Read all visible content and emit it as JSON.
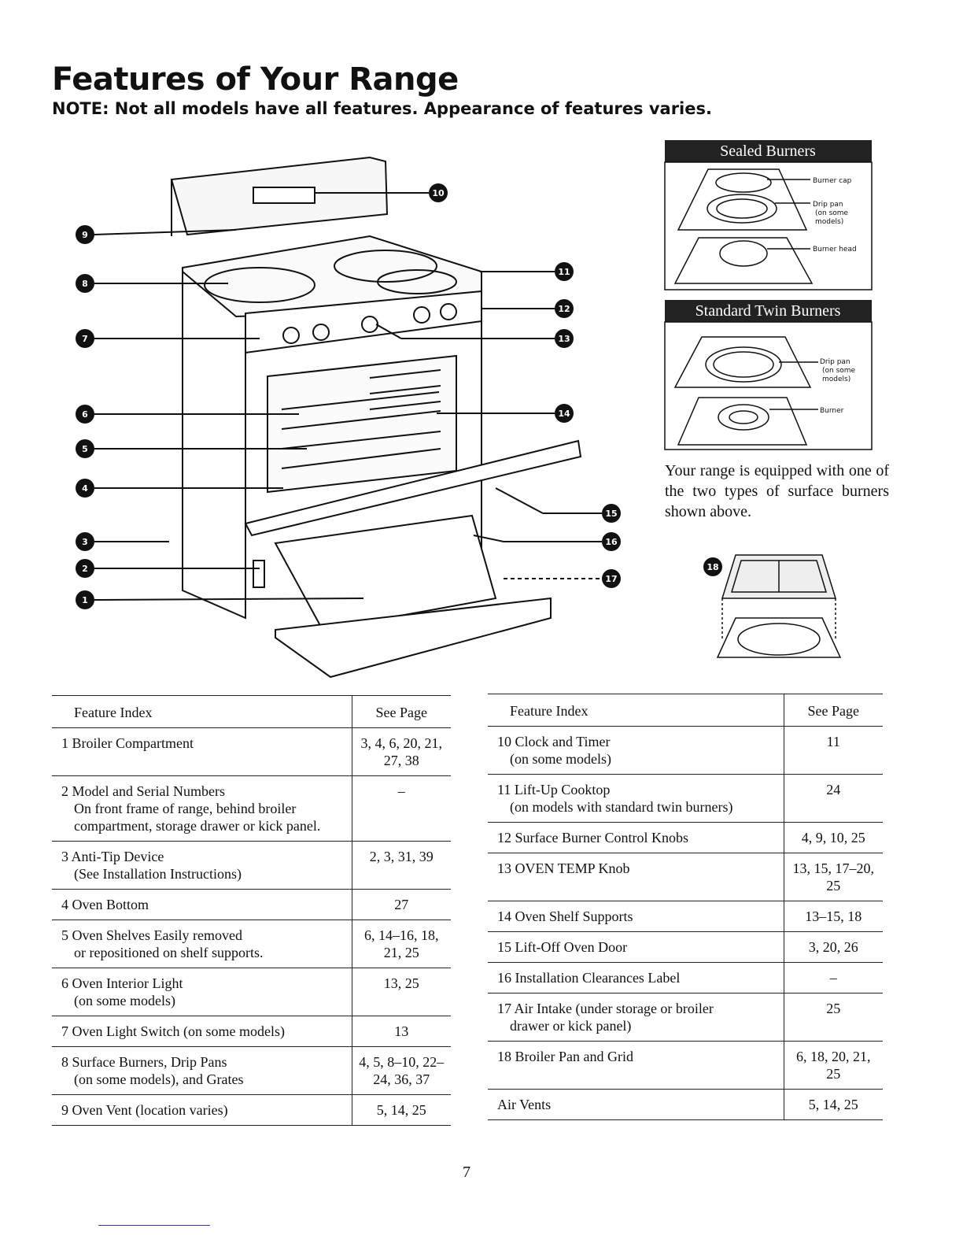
{
  "title": "Features of Your Range",
  "note": "NOTE: Not all models have all features. Appearance of features varies.",
  "sealed_burners": {
    "banner": "Sealed Burners",
    "labels": [
      "Burner cap",
      "Drip pan",
      "(on some",
      "models)",
      "Burner head"
    ]
  },
  "twin_burners": {
    "banner": "Standard Twin Burners",
    "labels": [
      "Drip pan",
      "(on some",
      "models)",
      "Burner"
    ]
  },
  "caption": "Your range is equipped with one of the two types of surface burners shown above.",
  "callouts": [
    "1",
    "2",
    "3",
    "4",
    "5",
    "6",
    "7",
    "8",
    "9",
    "10",
    "11",
    "12",
    "13",
    "14",
    "15",
    "16",
    "17",
    "18"
  ],
  "left_table": {
    "header": {
      "feature": "Feature Index",
      "page": "See Page"
    },
    "rows": [
      {
        "main": "1 Broiler Compartment",
        "sub": "",
        "pages": "3, 4, 6, 20, 21, 27, 38"
      },
      {
        "main": "2 Model and Serial Numbers",
        "sub": "On front frame of range, behind broiler compartment, storage drawer or kick panel.",
        "pages": "–"
      },
      {
        "main": "3 Anti-Tip Device",
        "sub": "(See Installation Instructions)",
        "pages": "2, 3, 31, 39"
      },
      {
        "main": "4 Oven Bottom",
        "sub": "",
        "pages": "27"
      },
      {
        "main": "5 Oven Shelves Easily removed",
        "sub": "or repositioned on shelf supports.",
        "pages": "6, 14–16, 18, 21, 25"
      },
      {
        "main": "6 Oven Interior Light",
        "sub": "(on some models)",
        "pages": "13, 25"
      },
      {
        "main": "7 Oven Light Switch (on some models)",
        "sub": "",
        "pages": "13"
      },
      {
        "main": "8 Surface Burners, Drip Pans",
        "sub": "(on some models), and Grates",
        "pages": "4, 5, 8–10, 22–24, 36, 37"
      },
      {
        "main": "9 Oven Vent (location varies)",
        "sub": "",
        "pages": "5, 14, 25"
      }
    ]
  },
  "right_table": {
    "header": {
      "feature": "Feature Index",
      "page": "See Page"
    },
    "rows": [
      {
        "main": "10 Clock and Timer",
        "sub": "(on some models)",
        "pages": "11"
      },
      {
        "main": "11 Lift-Up Cooktop",
        "sub": "(on models with standard twin burners)",
        "pages": "24"
      },
      {
        "main": "12 Surface Burner Control Knobs",
        "sub": "",
        "pages": "4, 9, 10, 25"
      },
      {
        "main": "13 OVEN TEMP Knob",
        "sub": "",
        "pages": "13, 15, 17–20, 25"
      },
      {
        "main": "14 Oven Shelf Supports",
        "sub": "",
        "pages": "13–15, 18"
      },
      {
        "main": "15 Lift-Off Oven Door",
        "sub": "",
        "pages": "3, 20, 26"
      },
      {
        "main": "16 Installation Clearances Label",
        "sub": "",
        "pages": "–"
      },
      {
        "main": "17 Air Intake (under storage or broiler",
        "sub": "drawer or kick panel)",
        "pages": "25"
      },
      {
        "main": "18 Broiler Pan and Grid",
        "sub": "",
        "pages": "6, 18, 20, 21, 25"
      },
      {
        "main": "Air Vents",
        "sub": "",
        "pages": "5, 14, 25"
      }
    ]
  },
  "page_number": "7"
}
